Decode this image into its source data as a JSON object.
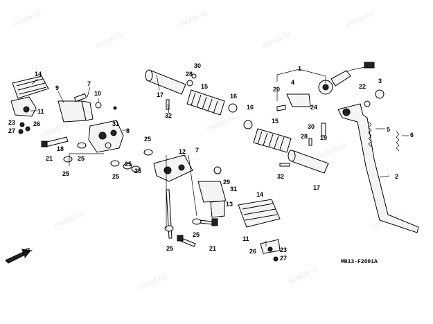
{
  "watermark": "motod.ru",
  "diagram_code": "MR13-F2001A",
  "direction_label": "FR.",
  "callouts": [
    {
      "id": "c1",
      "text": "1"
    },
    {
      "id": "c2",
      "text": "2"
    },
    {
      "id": "c3",
      "text": "3"
    },
    {
      "id": "c4",
      "text": "4"
    },
    {
      "id": "c5",
      "text": "5"
    },
    {
      "id": "c6",
      "text": "6"
    },
    {
      "id": "c7a",
      "text": "7"
    },
    {
      "id": "c7b",
      "text": "7"
    },
    {
      "id": "c8",
      "text": "8"
    },
    {
      "id": "c9",
      "text": "9"
    },
    {
      "id": "c10",
      "text": "10"
    },
    {
      "id": "c11a",
      "text": "11"
    },
    {
      "id": "c11b",
      "text": "11"
    },
    {
      "id": "c12",
      "text": "12"
    },
    {
      "id": "c13",
      "text": "13"
    },
    {
      "id": "c14a",
      "text": "14"
    },
    {
      "id": "c14b",
      "text": "14"
    },
    {
      "id": "c15a",
      "text": "15"
    },
    {
      "id": "c15b",
      "text": "15"
    },
    {
      "id": "c16a",
      "text": "16"
    },
    {
      "id": "c16b",
      "text": "16"
    },
    {
      "id": "c17a",
      "text": "17"
    },
    {
      "id": "c17b",
      "text": "17"
    },
    {
      "id": "c18",
      "text": "18"
    },
    {
      "id": "c19",
      "text": "19"
    },
    {
      "id": "c20",
      "text": "20"
    },
    {
      "id": "c21a",
      "text": "21"
    },
    {
      "id": "c21b",
      "text": "21"
    },
    {
      "id": "c22",
      "text": "22"
    },
    {
      "id": "c23a",
      "text": "23"
    },
    {
      "id": "c23b",
      "text": "23"
    },
    {
      "id": "c24",
      "text": "24"
    },
    {
      "id": "c25a",
      "text": "25"
    },
    {
      "id": "c25b",
      "text": "25"
    },
    {
      "id": "c25c",
      "text": "25"
    },
    {
      "id": "c25d",
      "text": "25"
    },
    {
      "id": "c25e",
      "text": "25"
    },
    {
      "id": "c25f",
      "text": "25"
    },
    {
      "id": "c25g",
      "text": "25"
    },
    {
      "id": "c25h",
      "text": "25"
    },
    {
      "id": "c26a",
      "text": "26"
    },
    {
      "id": "c26b",
      "text": "26"
    },
    {
      "id": "c27a",
      "text": "27"
    },
    {
      "id": "c27b",
      "text": "27"
    },
    {
      "id": "c28a",
      "text": "28"
    },
    {
      "id": "c28b",
      "text": "28"
    },
    {
      "id": "c29",
      "text": "29"
    },
    {
      "id": "c30",
      "text": "30"
    },
    {
      "id": "c30b",
      "text": "30"
    },
    {
      "id": "c31a",
      "text": "31"
    },
    {
      "id": "c31b",
      "text": "31"
    },
    {
      "id": "c32a",
      "text": "32"
    },
    {
      "id": "c32b",
      "text": "32"
    }
  ]
}
